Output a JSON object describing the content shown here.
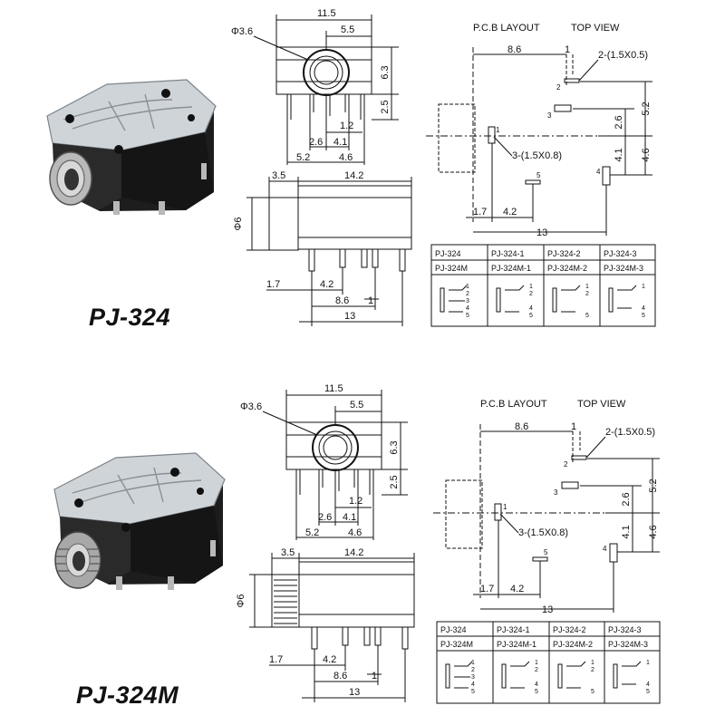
{
  "sections": [
    {
      "model": "PJ-324",
      "dims": {
        "front_w": "11.5",
        "front_bore": "5.5",
        "front_phi": "Φ3.6",
        "front_h": "6.3",
        "front_pin": "2.5",
        "front_12": "1.2",
        "front_26": "2.6",
        "front_41": "4.1",
        "front_52": "5.2",
        "front_46": "4.6",
        "side_35": "3.5",
        "side_142": "14.2",
        "side_phi": "Φ6",
        "side_17": "1.7",
        "side_42": "4.2",
        "side_86": "8.6",
        "side_1": "1",
        "side_13": "13"
      },
      "pcb": {
        "title": "P.C.B LAYOUT",
        "subtitle": "TOP VIEW",
        "d86": "8.6",
        "d1": "1",
        "pad2": "2-(1.5X0.5)",
        "pad3": "3-(1.5X0.8)",
        "d52": "5.2",
        "d26": "2.6",
        "d41": "4.1",
        "d46": "4.6",
        "d17": "1.7",
        "d42": "4.2",
        "d13": "13",
        "pins": [
          "1",
          "2",
          "3",
          "4",
          "5"
        ]
      },
      "table": {
        "row1": [
          "PJ-324",
          "PJ-324-1",
          "PJ-324-2",
          "PJ-324-3"
        ],
        "row2": [
          "PJ-324M",
          "PJ-324M-1",
          "PJ-324M-2",
          "PJ-324M-3"
        ]
      }
    },
    {
      "model": "PJ-324M",
      "dims": {
        "front_w": "11.5",
        "front_bore": "5.5",
        "front_phi": "Φ3.6",
        "front_h": "6.3",
        "front_pin": "2.5",
        "front_12": "1.2",
        "front_26": "2.6",
        "front_41": "4.1",
        "front_52": "5.2",
        "front_46": "4.6",
        "side_35": "3.5",
        "side_142": "14.2",
        "side_phi": "Φ6",
        "side_17": "1.7",
        "side_42": "4.2",
        "side_86": "8.6",
        "side_1": "1",
        "side_13": "13"
      },
      "pcb": {
        "title": "P.C.B LAYOUT",
        "subtitle": "TOP VIEW",
        "d86": "8.6",
        "d1": "1",
        "pad2": "2-(1.5X0.5)",
        "pad3": "3-(1.5X0.8)",
        "d52": "5.2",
        "d26": "2.6",
        "d41": "4.1",
        "d46": "4.6",
        "d17": "1.7",
        "d42": "4.2",
        "d13": "13",
        "pins": [
          "1",
          "2",
          "3",
          "4",
          "5"
        ]
      },
      "table": {
        "row1": [
          "PJ-324",
          "PJ-324-1",
          "PJ-324-2",
          "PJ-324-3"
        ],
        "row2": [
          "PJ-324M",
          "PJ-324M-1",
          "PJ-324M-2",
          "PJ-324M-3"
        ]
      }
    }
  ]
}
